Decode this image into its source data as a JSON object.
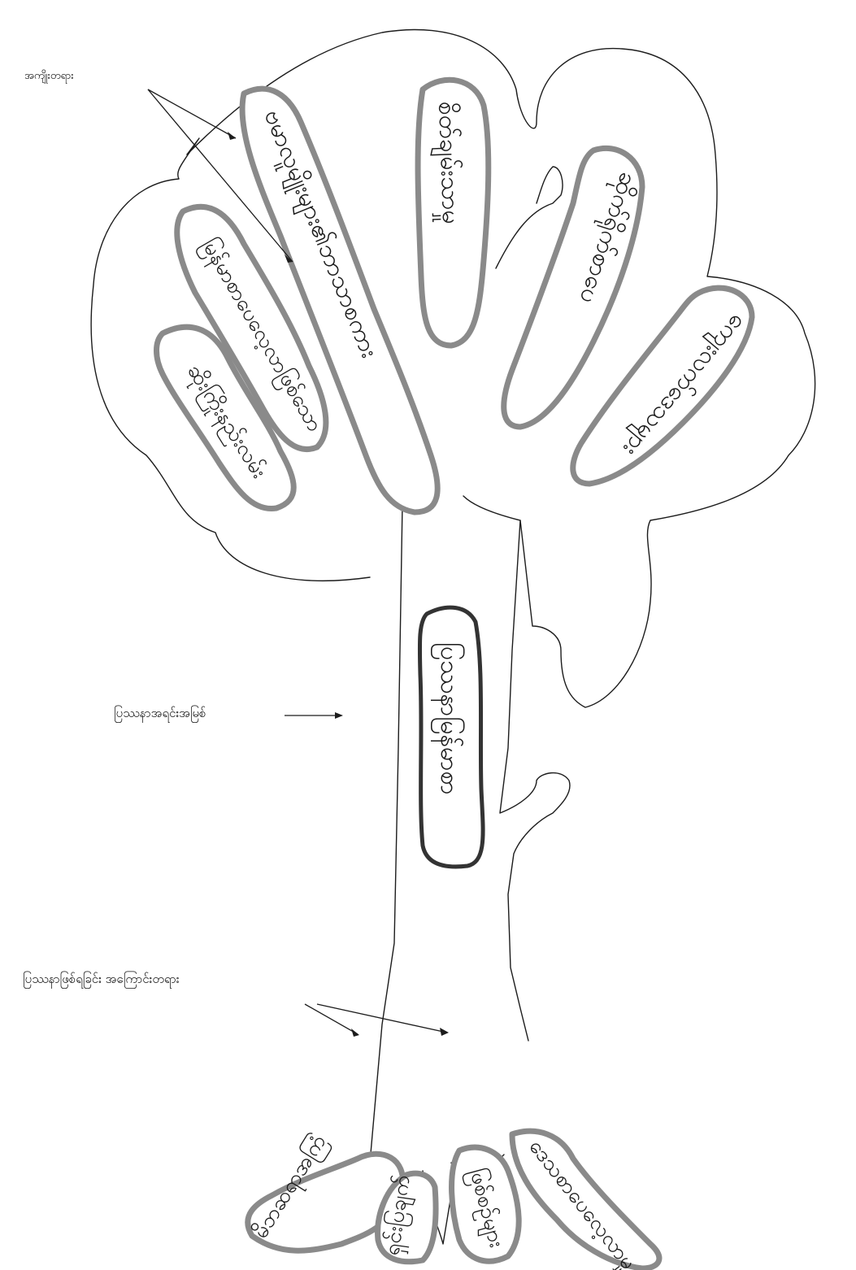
{
  "labels": {
    "effects": "အကျိုးတရား",
    "core_problem": "ပြဿနာအရင်းအမြစ်",
    "causes": "ပြဿနာဖြစ်ရခြင်း အကြောင်းတရား"
  },
  "effects": [
    "ဆိုးကြိုးနည်းလမ်း",
    "မြန်မာစာပေလေ့လာဖြစ်သော",
    "ဗမာလူမျိုးများ၏ဘာသာစကား",
    "စိတ်ချမ်းသာမှု",
    "ဆိုက်ရိုက်စာပေ",
    "ကျေးလက်ဒေသများ"
  ],
  "core_problem": "ပြဿနာမြန်မာစာ",
  "causes": [
    "မိဘဆရာအကြံ",
    "ရှင်းပြချက်",
    "ဖြစ်စဉ်များ",
    "ဒေသစာပေလေ့လာမှု"
  ]
}
